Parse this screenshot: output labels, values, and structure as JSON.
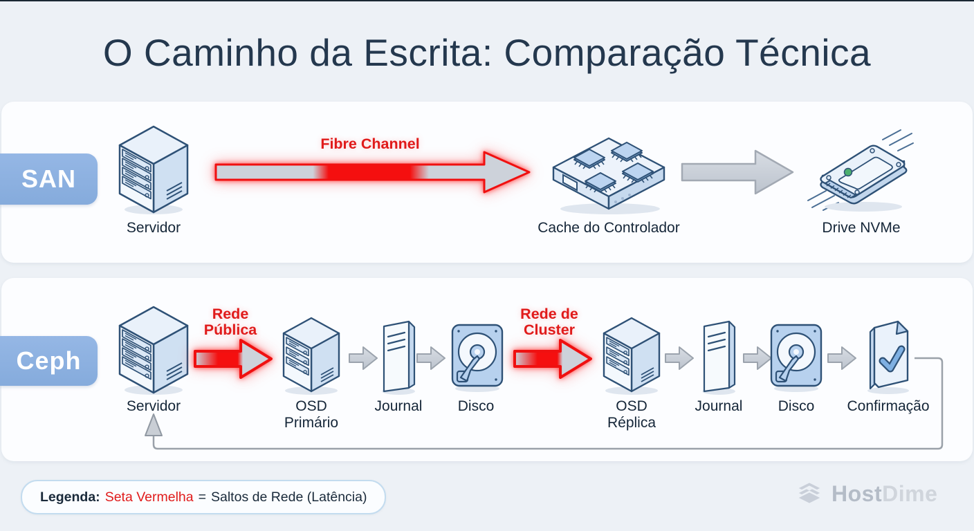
{
  "title": "O Caminho da Escrita: Comparação Técnica",
  "san": {
    "tab": "SAN",
    "server_label": "Servidor",
    "fibre_label": "Fibre Channel",
    "cache_label": "Cache do Controlador",
    "nvme_label": "Drive NVMe"
  },
  "ceph": {
    "tab": "Ceph",
    "server_label": "Servidor",
    "public_net_label": "Rede Pública",
    "osd_primary_label": "OSD Primário",
    "journal1_label": "Journal",
    "disk1_label": "Disco",
    "cluster_net_label": "Rede de Cluster",
    "osd_replica_label": "OSD Réplica",
    "journal2_label": "Journal",
    "disk2_label": "Disco",
    "ack_label": "Confirmação"
  },
  "legend": {
    "prefix": "Legenda:",
    "red_term": "Seta Vermelha",
    "equals": "=",
    "definition": "Saltos de Rede (Latência)"
  },
  "brand": {
    "name_bold": "Host",
    "name_light": "Dime"
  },
  "colors": {
    "accent_red": "#f01010",
    "tab_blue": "#8db1e0",
    "icon_stroke": "#2e5176",
    "icon_fill": "#eaf2fb",
    "arrow_gray": "#ccd2da",
    "background": "#edf1f6",
    "card": "#fcfdff",
    "title_navy": "#24384e"
  }
}
